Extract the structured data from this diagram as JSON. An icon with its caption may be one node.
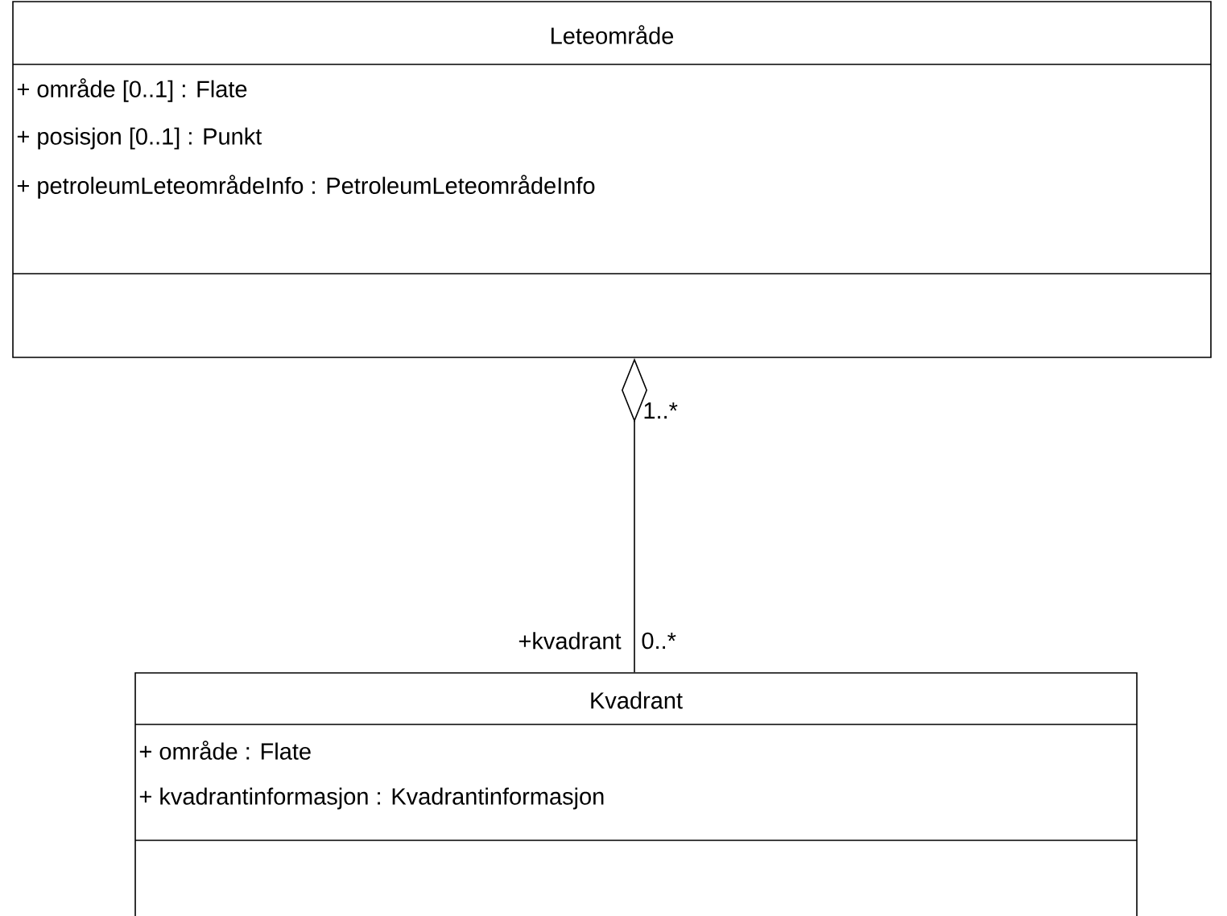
{
  "diagram": {
    "nodes": [
      {
        "text": [
          "Leteområde",
          "+ område [0..1] : Flate",
          "+ posisjon [0..1] : Punkt",
          "+ petroleumLeteområdeInfo : PetroleumLeteområdeInfo"
        ]
      },
      {
        "text": [
          "Kvadrant",
          "+ område : Flate",
          "+ kvadrantinformasjon : Kvadrantinformasjon"
        ]
      }
    ],
    "edges": [
      {
        "from": 1,
        "to": 0,
        "arrow": "other"
      }
    ],
    "labels": [
      "1..*",
      "+kvadrant",
      "0..*"
    ]
  }
}
